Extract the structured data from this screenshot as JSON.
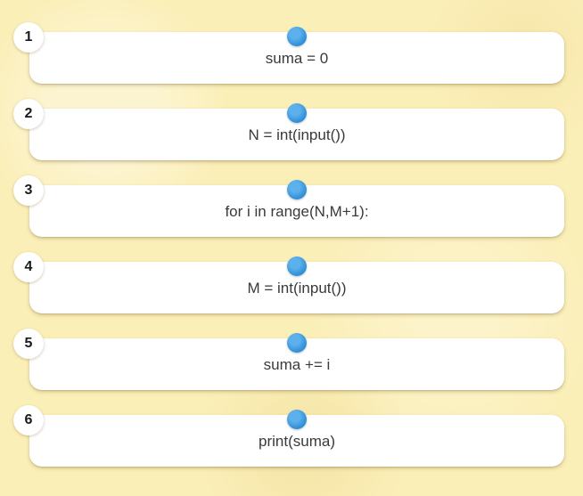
{
  "steps": [
    {
      "number": "1",
      "code": "suma = 0"
    },
    {
      "number": "2",
      "code": "N = int(input())"
    },
    {
      "number": "3",
      "code": "for i in range(N,M+1):"
    },
    {
      "number": "4",
      "code": "M = int(input())"
    },
    {
      "number": "5",
      "code": "suma += i"
    },
    {
      "number": "6",
      "code": "print(suma)"
    }
  ],
  "colors": {
    "background": "#fbefb8",
    "card": "#ffffff",
    "handle": "#2f8fd6",
    "text": "#3a3a3a"
  },
  "icons": {
    "handle": "drag-handle-dot-icon"
  }
}
